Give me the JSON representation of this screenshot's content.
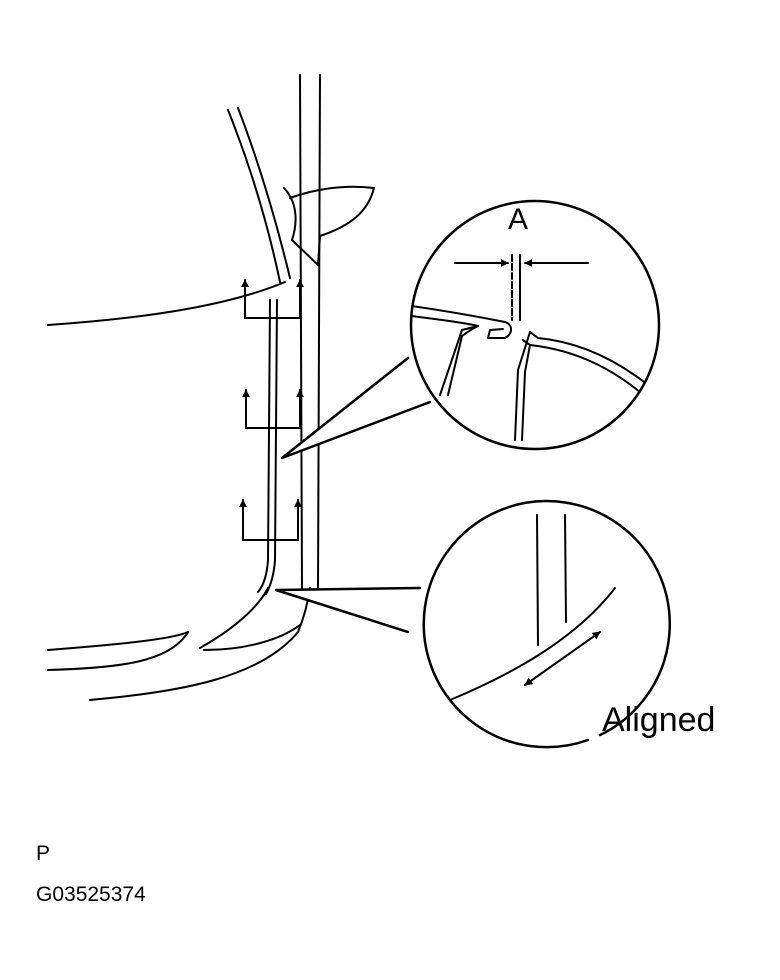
{
  "labels": {
    "gap_callout": "A",
    "alignment_note": "Aligned",
    "view_code": "P",
    "figure_id": "G03525374"
  },
  "colors": {
    "ink": "#000000",
    "background": "#ffffff"
  }
}
